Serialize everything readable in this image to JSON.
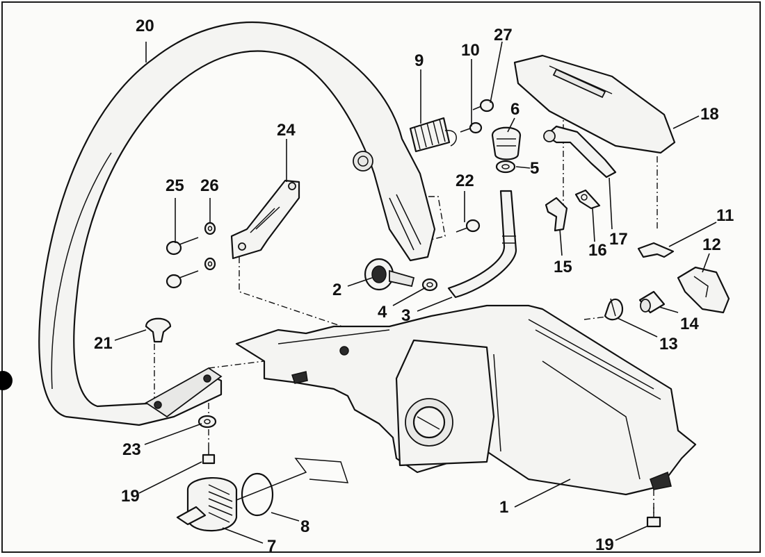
{
  "diagram": {
    "callouts": [
      {
        "id": "c1",
        "label": "1"
      },
      {
        "id": "c2",
        "label": "2"
      },
      {
        "id": "c3",
        "label": "3"
      },
      {
        "id": "c4",
        "label": "4"
      },
      {
        "id": "c5",
        "label": "5"
      },
      {
        "id": "c6",
        "label": "6"
      },
      {
        "id": "c7",
        "label": "7"
      },
      {
        "id": "c8",
        "label": "8"
      },
      {
        "id": "c9",
        "label": "9"
      },
      {
        "id": "c10",
        "label": "10"
      },
      {
        "id": "c11",
        "label": "11"
      },
      {
        "id": "c12",
        "label": "12"
      },
      {
        "id": "c13",
        "label": "13"
      },
      {
        "id": "c14",
        "label": "14"
      },
      {
        "id": "c15",
        "label": "15"
      },
      {
        "id": "c16",
        "label": "16"
      },
      {
        "id": "c17",
        "label": "17"
      },
      {
        "id": "c18",
        "label": "18"
      },
      {
        "id": "c19a",
        "label": "19"
      },
      {
        "id": "c19b",
        "label": "19"
      },
      {
        "id": "c20",
        "label": "20"
      },
      {
        "id": "c21",
        "label": "21"
      },
      {
        "id": "c22",
        "label": "22"
      },
      {
        "id": "c23",
        "label": "23"
      },
      {
        "id": "c24",
        "label": "24"
      },
      {
        "id": "c25",
        "label": "25"
      },
      {
        "id": "c26",
        "label": "26"
      },
      {
        "id": "c27",
        "label": "27"
      }
    ]
  }
}
